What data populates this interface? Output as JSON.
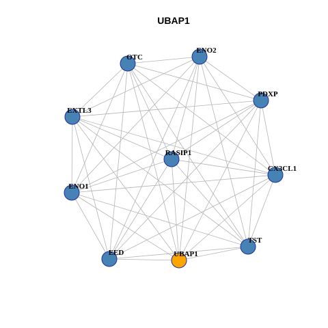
{
  "title": "UBAP1",
  "colors": {
    "node_default": "#4682b4",
    "node_highlight": "#ffa500",
    "node_border": "#1f2f9e",
    "edge": "#b4b4b4"
  },
  "nodes": [
    {
      "id": "OTC",
      "label": "OTC",
      "highlight": false
    },
    {
      "id": "ENO2",
      "label": "ENO2",
      "highlight": false
    },
    {
      "id": "PDXP",
      "label": "PDXP",
      "highlight": false
    },
    {
      "id": "EXTL3",
      "label": "EXTL3",
      "highlight": false
    },
    {
      "id": "RASIP1",
      "label": "RASIP1",
      "highlight": false
    },
    {
      "id": "CX3CL1",
      "label": "CX3CL1",
      "highlight": false
    },
    {
      "id": "ENO1",
      "label": "ENO1",
      "highlight": false
    },
    {
      "id": "TST",
      "label": "TST",
      "highlight": false
    },
    {
      "id": "EED",
      "label": "EED",
      "highlight": false
    },
    {
      "id": "UBAP1",
      "label": "UBAP1",
      "highlight": true
    }
  ],
  "edges": [
    [
      "OTC",
      "ENO2"
    ],
    [
      "OTC",
      "PDXP"
    ],
    [
      "OTC",
      "EXTL3"
    ],
    [
      "OTC",
      "RASIP1"
    ],
    [
      "OTC",
      "CX3CL1"
    ],
    [
      "OTC",
      "ENO1"
    ],
    [
      "OTC",
      "TST"
    ],
    [
      "OTC",
      "EED"
    ],
    [
      "OTC",
      "UBAP1"
    ],
    [
      "ENO2",
      "PDXP"
    ],
    [
      "ENO2",
      "EXTL3"
    ],
    [
      "ENO2",
      "RASIP1"
    ],
    [
      "ENO2",
      "CX3CL1"
    ],
    [
      "ENO2",
      "ENO1"
    ],
    [
      "ENO2",
      "TST"
    ],
    [
      "ENO2",
      "EED"
    ],
    [
      "ENO2",
      "UBAP1"
    ],
    [
      "PDXP",
      "EXTL3"
    ],
    [
      "PDXP",
      "RASIP1"
    ],
    [
      "PDXP",
      "CX3CL1"
    ],
    [
      "PDXP",
      "ENO1"
    ],
    [
      "PDXP",
      "TST"
    ],
    [
      "PDXP",
      "EED"
    ],
    [
      "PDXP",
      "UBAP1"
    ],
    [
      "EXTL3",
      "RASIP1"
    ],
    [
      "EXTL3",
      "CX3CL1"
    ],
    [
      "EXTL3",
      "ENO1"
    ],
    [
      "EXTL3",
      "TST"
    ],
    [
      "EXTL3",
      "EED"
    ],
    [
      "EXTL3",
      "UBAP1"
    ],
    [
      "RASIP1",
      "CX3CL1"
    ],
    [
      "RASIP1",
      "ENO1"
    ],
    [
      "RASIP1",
      "TST"
    ],
    [
      "RASIP1",
      "EED"
    ],
    [
      "RASIP1",
      "UBAP1"
    ],
    [
      "CX3CL1",
      "ENO1"
    ],
    [
      "CX3CL1",
      "TST"
    ],
    [
      "CX3CL1",
      "EED"
    ],
    [
      "CX3CL1",
      "UBAP1"
    ],
    [
      "ENO1",
      "TST"
    ],
    [
      "ENO1",
      "EED"
    ],
    [
      "ENO1",
      "UBAP1"
    ],
    [
      "TST",
      "EED"
    ],
    [
      "TST",
      "UBAP1"
    ],
    [
      "EED",
      "UBAP1"
    ]
  ]
}
